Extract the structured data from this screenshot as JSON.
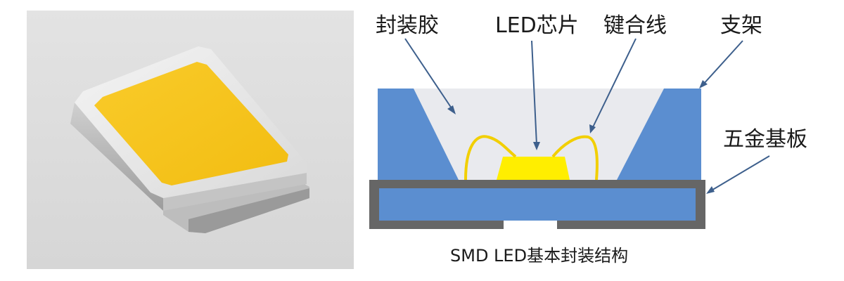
{
  "diagram": {
    "labels": {
      "encapsulant": "封装胶",
      "led_chip": "LED芯片",
      "bond_wire": "键合线",
      "bracket": "支架",
      "metal_substrate": "五金基板"
    },
    "caption": "SMD LED基本封装结构"
  },
  "colors": {
    "photo_background": "#dcdcdc",
    "package_shell": "#e6e6e6",
    "package_yellow": "#f6c51a",
    "bracket_blue": "#5b8ed0",
    "substrate_gray": "#666666",
    "substrate_blue": "#5b8ed0",
    "chip_yellow": "#ffee00",
    "encapsulant_fill": "#e9eaee",
    "arrow": "#3d5f8c"
  }
}
